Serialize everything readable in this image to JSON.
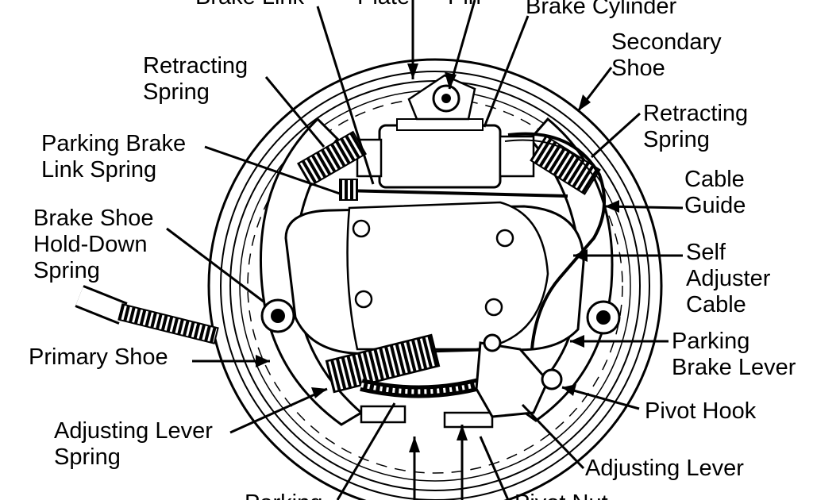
{
  "colors": {
    "ink": "#000000",
    "paper": "#ffffff"
  },
  "labels": {
    "brake_link": "Brake Link",
    "plate": "Plate",
    "pin": "Pin",
    "brake_cylinder": "Brake Cylinder",
    "secondary_shoe": [
      "Secondary",
      "Shoe"
    ],
    "retracting_spring_left": [
      "Retracting",
      "Spring"
    ],
    "retracting_spring_right": [
      "Retracting",
      "Spring"
    ],
    "parking_brake_link_spring": [
      "Parking Brake",
      "Link Spring"
    ],
    "cable_guide": [
      "Cable",
      "Guide"
    ],
    "brake_shoe_hold_down_spring": [
      "Brake Shoe",
      "Hold-Down",
      "Spring"
    ],
    "self_adjuster_cable": [
      "Self",
      "Adjuster",
      "Cable"
    ],
    "primary_shoe": "Primary Shoe",
    "parking_brake_lever": [
      "Parking",
      "Brake Lever"
    ],
    "pivot_hook": "Pivot Hook",
    "adjusting_lever_spring": [
      "Adjusting Lever",
      "Spring"
    ],
    "adjusting_lever": "Adjusting Lever",
    "bottom_left_cut": "Parking",
    "bottom_right_cut": "Pivot Nut"
  }
}
